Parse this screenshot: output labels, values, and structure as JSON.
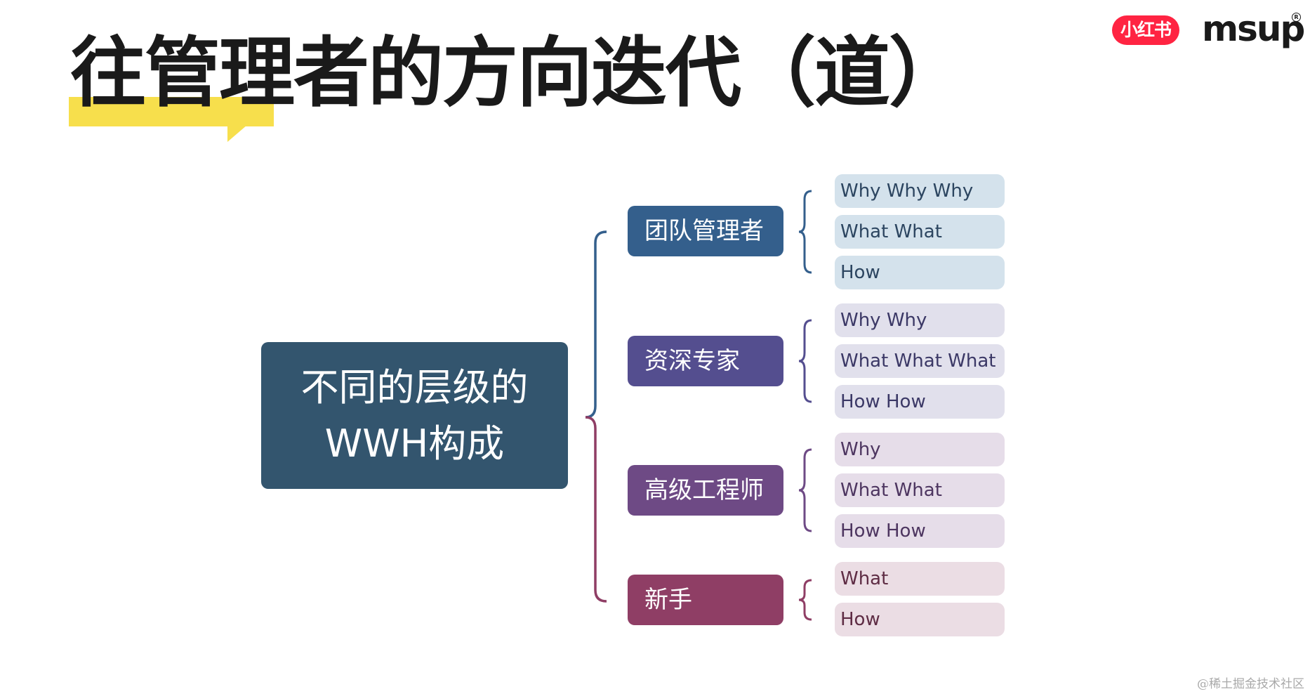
{
  "slide": {
    "title": "往管理者的方向迭代（道）"
  },
  "logos": {
    "xiaohongshu": "小红书",
    "msup": "msup",
    "registered_mark": "R"
  },
  "root": {
    "label": "不同的层级的\nWWH构成",
    "color": "#33556e"
  },
  "groups": [
    {
      "role": "团队管理者",
      "color": "#345f8c",
      "bracket_color": "#345f8c",
      "leaf_bg": "#d4e2ec",
      "leaf_text": "#2c4560",
      "items": [
        "Why Why Why",
        "What What",
        "How"
      ]
    },
    {
      "role": "资深专家",
      "color": "#544e8f",
      "bracket_color": "#544e8f",
      "leaf_bg": "#e1e0ec",
      "leaf_text": "#3b3866",
      "items": [
        "Why Why",
        " What What What",
        " How How"
      ]
    },
    {
      "role": "高级工程师",
      "color": "#6e4a85",
      "bracket_color": "#6e4a85",
      "leaf_bg": "#e6dde9",
      "leaf_text": "#4d3560",
      "items": [
        "Why",
        "What What",
        "How How"
      ]
    },
    {
      "role": "新手",
      "color": "#8f3e65",
      "bracket_color": "#8f3e65",
      "leaf_bg": "#ebdde4",
      "leaf_text": "#5e2c44",
      "items": [
        "What",
        "How"
      ]
    }
  ],
  "watermark": "@稀土掘金技术社区",
  "colors": {
    "title_highlight": "#f7df4c",
    "xhs_brand": "#ff2442"
  }
}
